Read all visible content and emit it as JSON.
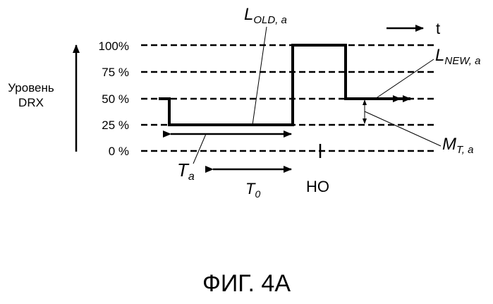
{
  "y_axis_label_line1": "Уровень",
  "y_axis_label_line2": "DRX",
  "time_label": "t",
  "levels": [
    {
      "label": "100%",
      "value": 100
    },
    {
      "label": "75 %",
      "value": 75
    },
    {
      "label": "50 %",
      "value": 50
    },
    {
      "label": "25 %",
      "value": 25
    },
    {
      "label": "0 %",
      "value": 0
    }
  ],
  "annotations": {
    "l_old": {
      "main": "L",
      "sub": "OLD, a"
    },
    "l_new": {
      "main": "L",
      "sub": "NEW, a"
    },
    "m_t": {
      "main": "M",
      "sub": "T, a"
    },
    "t_a": {
      "main": "T",
      "sub": "a"
    },
    "t_0": {
      "main": "T",
      "sub": "0"
    },
    "ho": "HO"
  },
  "caption": "ФИГ. 4А"
}
